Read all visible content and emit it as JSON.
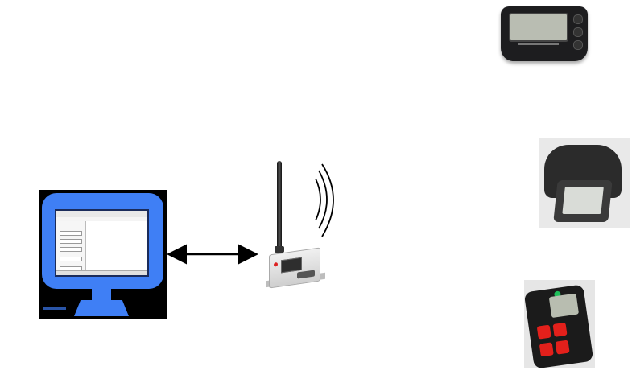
{
  "diagram": {
    "nodes": [
      {
        "id": "computer",
        "icon": "computer-monitor-icon"
      },
      {
        "id": "base-station",
        "icon": "radio-modem-icon"
      },
      {
        "id": "pager-1",
        "icon": "alphanumeric-pager-icon"
      },
      {
        "id": "pager-2",
        "icon": "wrist-pager-icon"
      },
      {
        "id": "pager-3",
        "icon": "keypad-pager-icon"
      }
    ],
    "edges": [
      {
        "from": "computer",
        "to": "base-station",
        "style": "bidirectional-arrow"
      }
    ],
    "signal": {
      "icon": "radio-wave-icon",
      "arcs": 3
    }
  },
  "colors": {
    "monitor_blue": "#3f7ff5",
    "arrow": "#000000",
    "keypad_red": "#e3201b",
    "led_green": "#1fbf5a"
  }
}
